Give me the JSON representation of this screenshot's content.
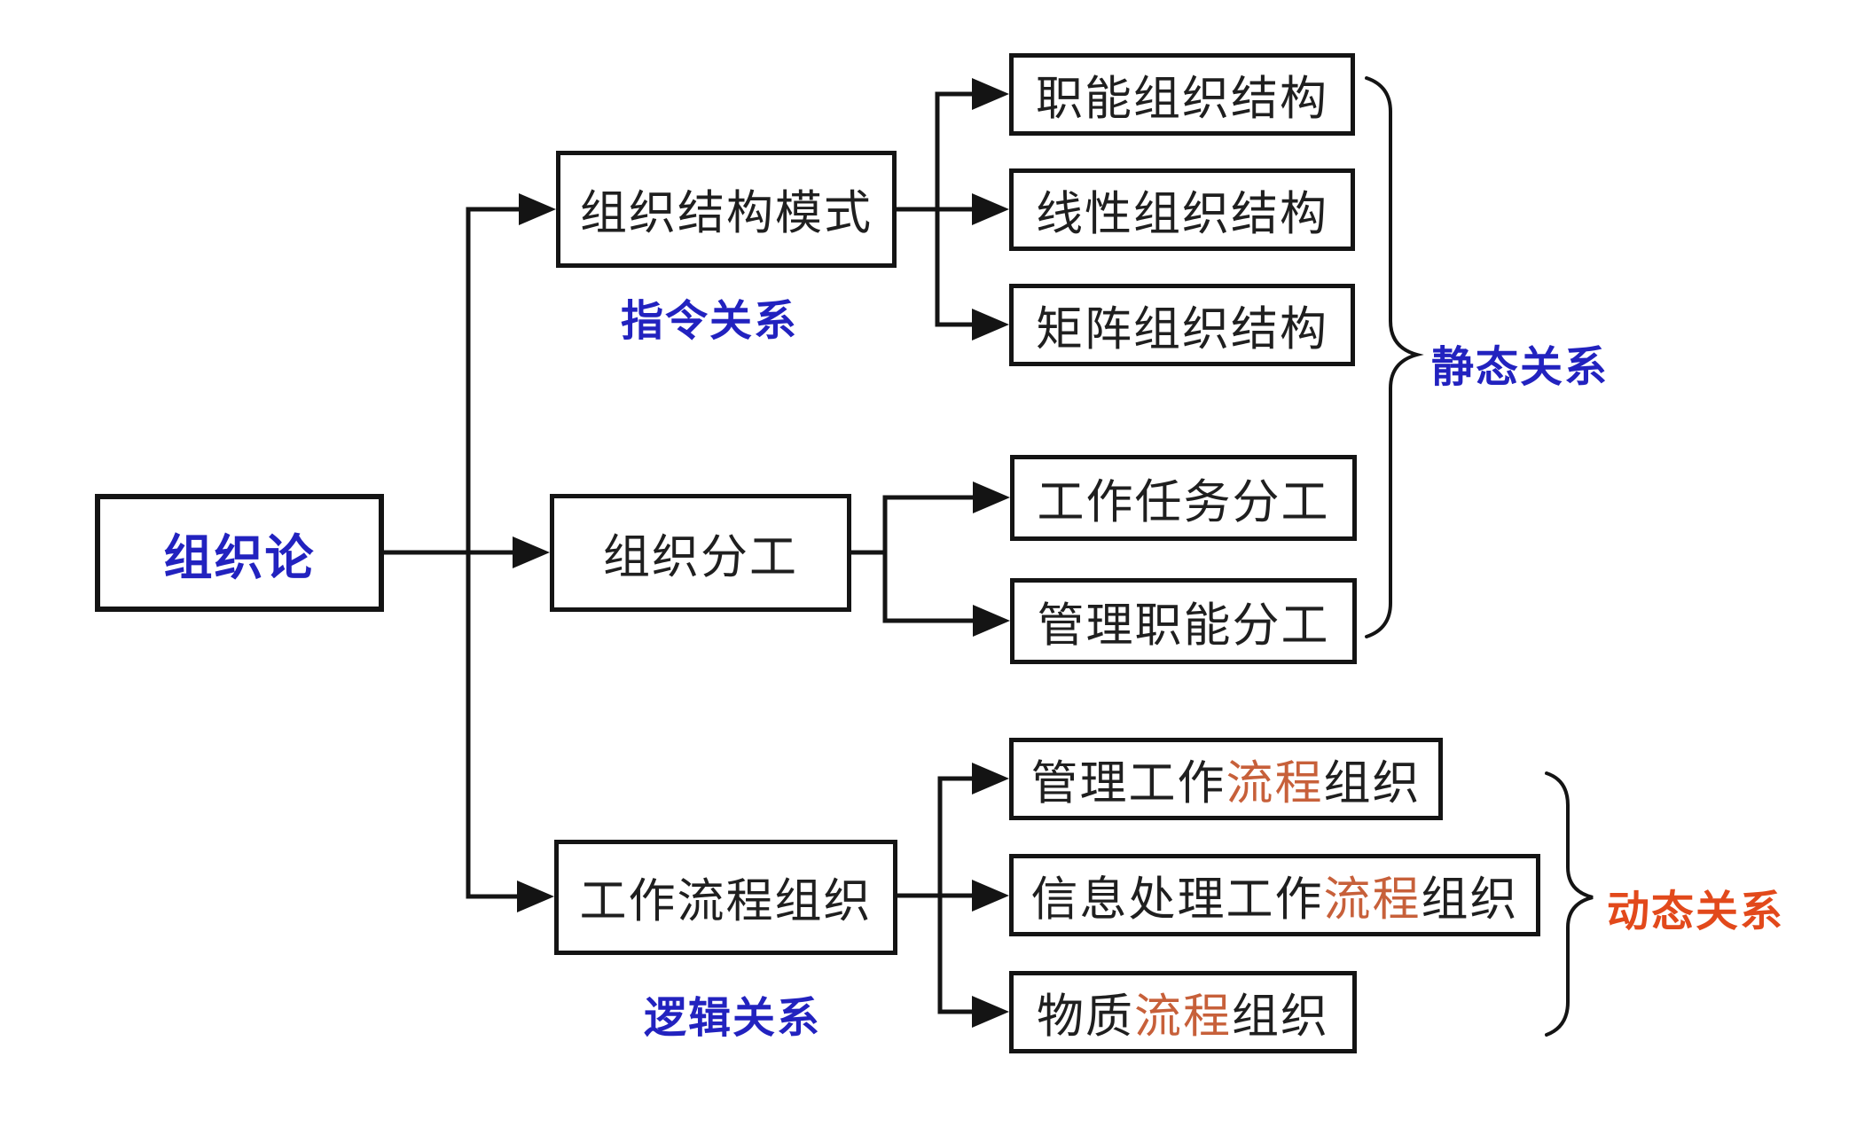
{
  "colors": {
    "blue": "#2222bf",
    "orange": "#c7603a",
    "orange_label": "#e2491b",
    "line": "#141414"
  },
  "root": {
    "label": "组织论"
  },
  "branches": [
    {
      "label": "组织结构模式",
      "sublabel": "指令关系"
    },
    {
      "label": "组织分工"
    },
    {
      "label": "工作流程组织",
      "sublabel": "逻辑关系"
    }
  ],
  "structure_children": [
    "职能组织结构",
    "线性组织结构",
    "矩阵组织结构"
  ],
  "division_children": [
    "工作任务分工",
    "管理职能分工"
  ],
  "flow_children": [
    {
      "pre": "管理工作",
      "hl": "流程",
      "post": "组织"
    },
    {
      "pre": "信息处理工作",
      "hl": "流程",
      "post": "组织"
    },
    {
      "pre": "物质",
      "hl": "流程",
      "post": "组织"
    }
  ],
  "group_labels": {
    "static": "静态关系",
    "dynamic": "动态关系"
  }
}
